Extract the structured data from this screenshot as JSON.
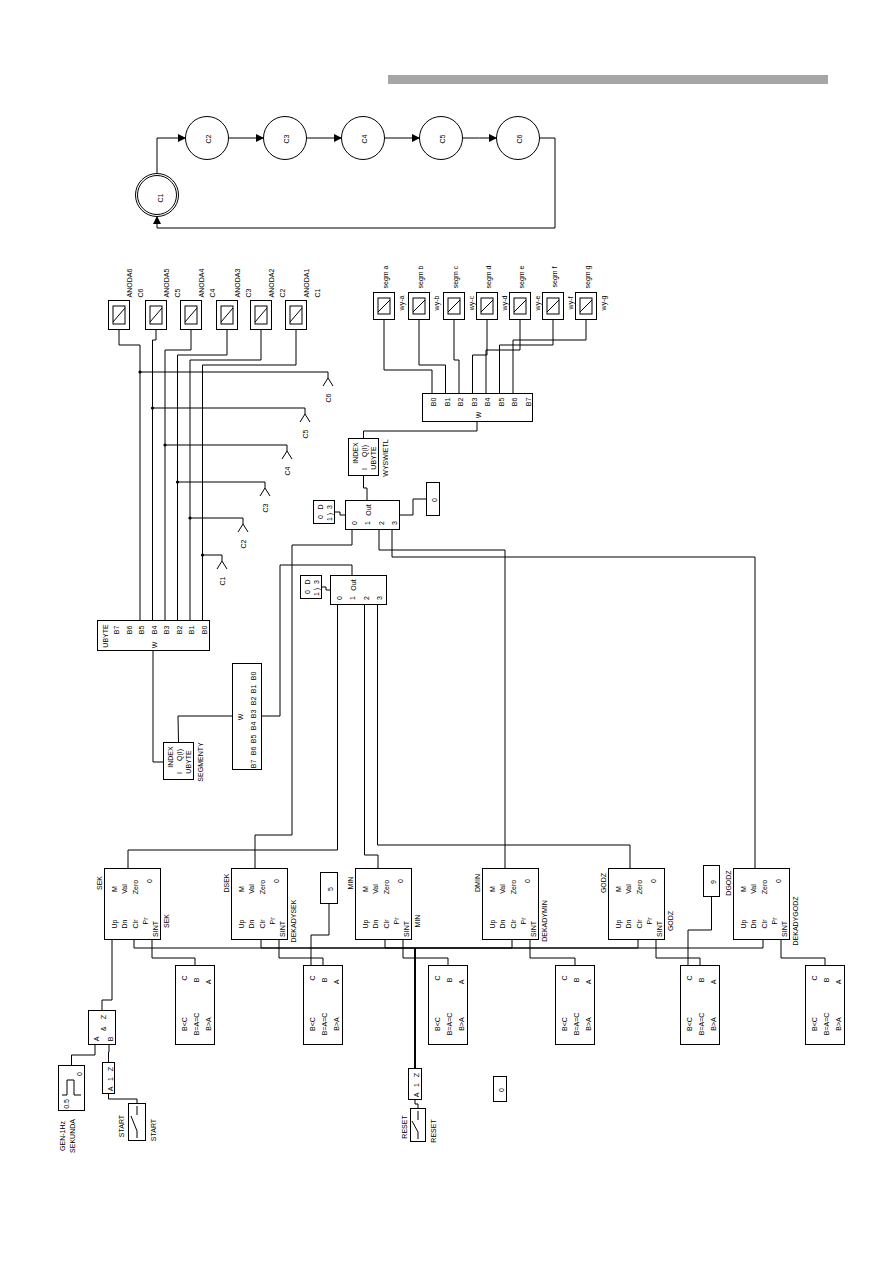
{
  "diagram": {
    "nodes": [
      {
        "text": [
          "C1"
        ]
      },
      {
        "text": [
          "C2"
        ]
      },
      {
        "text": [
          "C3"
        ]
      },
      {
        "text": [
          "C4"
        ]
      },
      {
        "text": [
          "C5"
        ]
      },
      {
        "text": [
          "C6"
        ]
      },
      {
        "text": [
          "ANODA6",
          "C6"
        ]
      },
      {
        "text": [
          "ANODA5",
          "C5"
        ]
      },
      {
        "text": [
          "ANODA4",
          "C4"
        ]
      },
      {
        "text": [
          "ANODA3",
          "C3"
        ]
      },
      {
        "text": [
          "ANODA2",
          "C2"
        ]
      },
      {
        "text": [
          "ANODA1",
          "C1"
        ]
      },
      {
        "text": [
          "segm a",
          "wy-a"
        ]
      },
      {
        "text": [
          "segm b",
          "wy-b"
        ]
      },
      {
        "text": [
          "segm c",
          "wy-c"
        ]
      },
      {
        "text": [
          "segm d",
          "wy-d"
        ]
      },
      {
        "text": [
          "segm e",
          "wy-e"
        ]
      },
      {
        "text": [
          "segm f",
          "wy-f"
        ]
      },
      {
        "text": [
          "segm g",
          "wy-g"
        ]
      },
      {
        "text": [
          "B0",
          "B1",
          "B2",
          "B3",
          "B4",
          "B5",
          "B6",
          "B7",
          "W"
        ]
      },
      {
        "text": [
          "INDEX",
          "I",
          "Q(I)",
          "UBYTE",
          "WYSWIETL"
        ]
      },
      {
        "text": [
          "0"
        ]
      },
      {
        "text": [
          "0",
          "D",
          "1 )",
          "3"
        ]
      },
      {
        "text": [
          "0",
          "1",
          "2",
          "3",
          "Out"
        ]
      },
      {
        "text": [
          "0",
          "D",
          "1 )",
          "3"
        ]
      },
      {
        "text": [
          "0",
          "1",
          "2",
          "3",
          "Out"
        ]
      },
      {
        "text": [
          "UBYTE",
          "B7",
          "B6",
          "B5",
          "B4",
          "B3",
          "B2",
          "B1",
          "B0",
          "W"
        ]
      },
      {
        "text": [
          "B0",
          "B1",
          "B2",
          "B3",
          "B4",
          "B5",
          "B6",
          "B7",
          "W"
        ]
      },
      {
        "text": [
          "INDEX",
          "I",
          "Q(I)",
          "UBYTE",
          "SEGMENTY"
        ]
      },
      {
        "text": [
          "SEK",
          "Up",
          "M",
          "Dn",
          "Clr",
          "Pr",
          "Val",
          "Zero",
          "0",
          "SINT",
          "SEK"
        ]
      },
      {
        "text": [
          "DSEK",
          "Up",
          "M",
          "Dn",
          "Clr",
          "Pr",
          "Val",
          "Zero",
          "0",
          "SINT",
          "DEKADYSEK"
        ]
      },
      {
        "text": [
          "5"
        ]
      },
      {
        "text": [
          "MIN",
          "Up",
          "M",
          "Dn",
          "Clr",
          "Pr",
          "Val",
          "Zero",
          "0",
          "SINT",
          "MIN"
        ]
      },
      {
        "text": [
          "DMIN",
          "Up",
          "M",
          "Dn",
          "Clr",
          "Pr",
          "Val",
          "Zero",
          "0",
          "SINT",
          "DEKADYMIN"
        ]
      },
      {
        "text": [
          "GODZ",
          "Up",
          "M",
          "Dn",
          "Clr",
          "Pr",
          "Val",
          "Zero",
          "0",
          "SINT",
          "GODZ"
        ]
      },
      {
        "text": [
          "9"
        ]
      },
      {
        "text": [
          "DGODZ",
          "Up",
          "M",
          "Dn",
          "Clr",
          "Pr",
          "Val",
          "Zero",
          "0",
          "SINT",
          "DEKADYGODZ"
        ]
      },
      {
        "text": [
          "C",
          "B<C",
          "B=A=C",
          "B",
          "B>A",
          "A"
        ]
      },
      {
        "text": [
          "C",
          "B<C",
          "B=A=C",
          "B",
          "B>A",
          "A"
        ]
      },
      {
        "text": [
          "C",
          "B<C",
          "B=A=C",
          "B",
          "B>A",
          "A"
        ]
      },
      {
        "text": [
          "C",
          "B<C",
          "B=A=C",
          "B",
          "B>A",
          "A"
        ]
      },
      {
        "text": [
          "C",
          "B<C",
          "B=A=C",
          "B",
          "B>A",
          "A"
        ]
      },
      {
        "text": [
          "C",
          "B<C",
          "B=A=C",
          "B",
          "B>A",
          "A"
        ]
      },
      {
        "text": [
          "A",
          "&",
          "Z",
          "B"
        ]
      },
      {
        "text": [
          "GEN-1Hz",
          "SEKUNDA",
          "0.5",
          "0"
        ]
      },
      {
        "text": [
          "A",
          "1",
          "Z"
        ]
      },
      {
        "text": [
          "START",
          "START"
        ]
      },
      {
        "text": [
          "A",
          "1",
          "Z"
        ]
      },
      {
        "text": [
          "RESET",
          "RESET"
        ]
      },
      {
        "text": [
          "0"
        ]
      }
    ],
    "edges": [
      {
        "from": 0,
        "to": 1,
        "arrow": "to"
      },
      {
        "from": 1,
        "to": 2,
        "arrow": "to"
      },
      {
        "from": 2,
        "to": 3,
        "arrow": "to"
      },
      {
        "from": 3,
        "to": 4,
        "arrow": "to"
      },
      {
        "from": 4,
        "to": 5,
        "arrow": "to"
      },
      {
        "from": 5,
        "to": 0,
        "arrow": "to"
      },
      {
        "from": 44,
        "to": 43,
        "arrow": "none"
      },
      {
        "from": 46,
        "to": 45,
        "arrow": "none"
      },
      {
        "from": 45,
        "to": 43,
        "arrow": "none"
      },
      {
        "from": 43,
        "to": 29,
        "arrow": "none"
      },
      {
        "from": 48,
        "to": 47,
        "arrow": "none"
      },
      {
        "from": 47,
        "to": 29,
        "arrow": "none"
      },
      {
        "from": 47,
        "to": 30,
        "arrow": "none"
      },
      {
        "from": 47,
        "to": 32,
        "arrow": "none"
      },
      {
        "from": 47,
        "to": 33,
        "arrow": "none"
      },
      {
        "from": 47,
        "to": 34,
        "arrow": "none"
      },
      {
        "from": 47,
        "to": 36,
        "arrow": "none"
      },
      {
        "from": 29,
        "to": 37,
        "arrow": "none"
      },
      {
        "from": 30,
        "to": 38,
        "arrow": "none"
      },
      {
        "from": 32,
        "to": 39,
        "arrow": "none"
      },
      {
        "from": 33,
        "to": 40,
        "arrow": "none"
      },
      {
        "from": 34,
        "to": 41,
        "arrow": "none"
      },
      {
        "from": 36,
        "to": 42,
        "arrow": "none"
      },
      {
        "from": 31,
        "to": 38,
        "arrow": "none"
      },
      {
        "from": 35,
        "to": 41,
        "arrow": "none"
      },
      {
        "from": 22,
        "to": 23,
        "arrow": "none"
      },
      {
        "from": 24,
        "to": 25,
        "arrow": "none"
      },
      {
        "from": 21,
        "to": 23,
        "arrow": "none"
      },
      {
        "from": 23,
        "to": 20,
        "arrow": "none"
      },
      {
        "from": 25,
        "to": 27,
        "arrow": "none"
      },
      {
        "from": 27,
        "to": 28,
        "arrow": "none"
      },
      {
        "from": 28,
        "to": 26,
        "arrow": "none"
      },
      {
        "from": 26,
        "to": 6,
        "arrow": "none"
      },
      {
        "from": 26,
        "to": 7,
        "arrow": "none"
      },
      {
        "from": 26,
        "to": 8,
        "arrow": "none"
      },
      {
        "from": 26,
        "to": 9,
        "arrow": "none"
      },
      {
        "from": 26,
        "to": 10,
        "arrow": "none"
      },
      {
        "from": 26,
        "to": 11,
        "arrow": "none"
      },
      {
        "from": 19,
        "to": 12,
        "arrow": "none"
      },
      {
        "from": 19,
        "to": 13,
        "arrow": "none"
      },
      {
        "from": 19,
        "to": 14,
        "arrow": "none"
      },
      {
        "from": 19,
        "to": 15,
        "arrow": "none"
      },
      {
        "from": 19,
        "to": 16,
        "arrow": "none"
      },
      {
        "from": 19,
        "to": 17,
        "arrow": "none"
      },
      {
        "from": 19,
        "to": 18,
        "arrow": "none"
      },
      {
        "from": 20,
        "to": 19,
        "arrow": "none"
      },
      {
        "from": 29,
        "to": 25,
        "arrow": "none"
      },
      {
        "from": 32,
        "to": 25,
        "arrow": "none"
      },
      {
        "from": 34,
        "to": 25,
        "arrow": "none"
      },
      {
        "from": 30,
        "to": 23,
        "arrow": "none"
      },
      {
        "from": 33,
        "to": 23,
        "arrow": "none"
      },
      {
        "from": 36,
        "to": 23,
        "arrow": "none"
      }
    ],
    "labels": [
      "C6",
      "C5",
      "C4",
      "C3",
      "C2",
      "C1"
    ]
  }
}
